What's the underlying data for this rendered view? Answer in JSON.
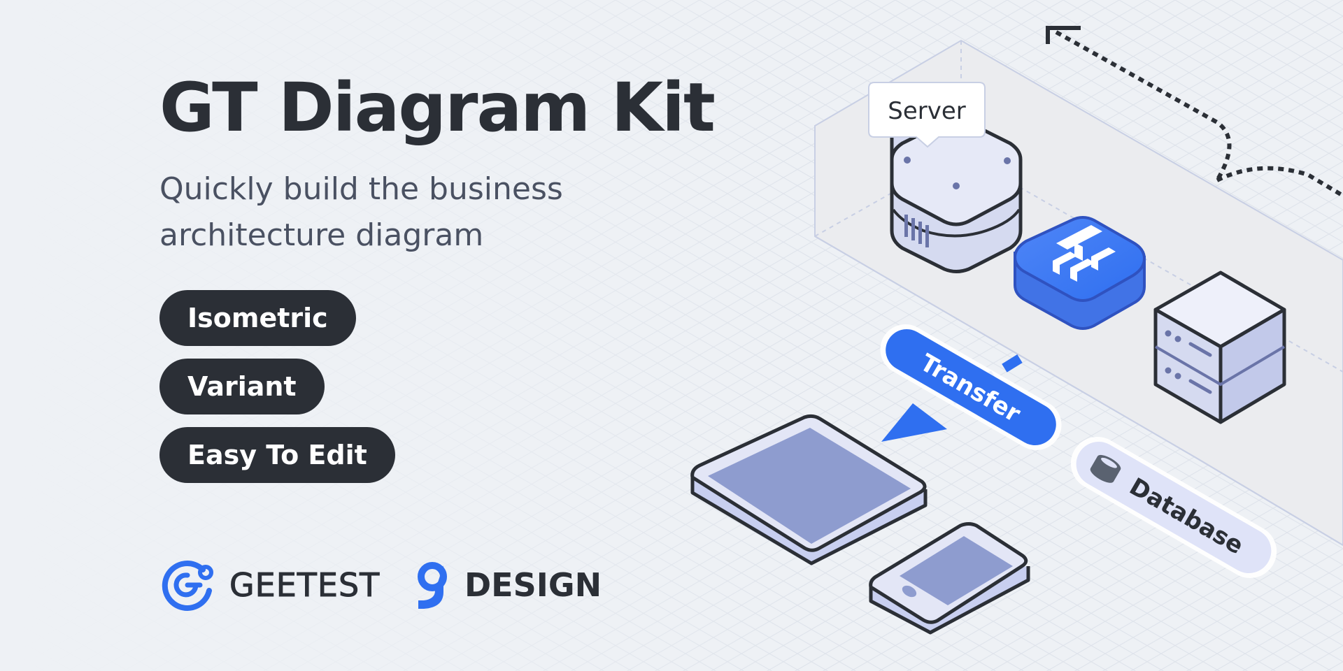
{
  "header": {
    "title": "GT Diagram Kit",
    "subtitle_line1": "Quickly build the business",
    "subtitle_line2": "architecture diagram"
  },
  "tags": [
    "Isometric",
    "Variant",
    "Easy To Edit"
  ],
  "brands": {
    "geetest": "GEETEST",
    "design": "DESIGN"
  },
  "diagram": {
    "server_label": "Server",
    "transfer_label": "Transfer",
    "database_label": "Database"
  },
  "colors": {
    "text_dark": "#2b2f36",
    "accent_blue": "#2f6ff0",
    "device_lavender": "#c8cff0",
    "background": "#eef1f5"
  },
  "icons": [
    "geetest-logo-icon",
    "g-design-logo-icon",
    "network-icon",
    "database-icon",
    "arrow-icon"
  ]
}
